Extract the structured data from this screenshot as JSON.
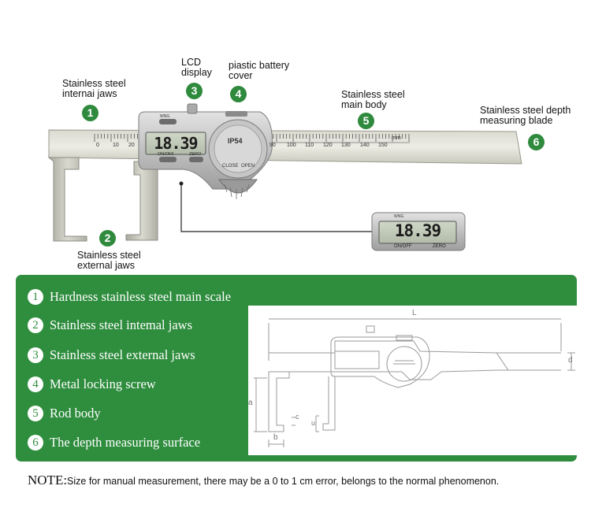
{
  "callouts": [
    {
      "num": "1",
      "text1": "Stainless steel",
      "text2": "internai jaws"
    },
    {
      "num": "2",
      "text1": "Stainless steel",
      "text2": "external jaws"
    },
    {
      "num": "3",
      "text1": "LCD",
      "text2": "display"
    },
    {
      "num": "4",
      "text1": "piastic battery",
      "text2": "cover"
    },
    {
      "num": "5",
      "text1": "Stainless steel",
      "text2": "main body"
    },
    {
      "num": "6",
      "text1": "Stainless steel depth",
      "text2": "measuring blade"
    }
  ],
  "caliper": {
    "reading": "18.39",
    "brand": "IP54",
    "dial_left": "CLOSE",
    "dial_right": "OPEN",
    "btn_left": "ON/OFF",
    "btn_right": "ZERO",
    "top_mark": "WNG",
    "unit": "mm",
    "scale_numbers": [
      "0",
      "10",
      "20",
      "90",
      "100",
      "110",
      "120",
      "130",
      "140",
      "150"
    ]
  },
  "zoom_display": {
    "reading": "18.39",
    "btn_left": "ON/OFF",
    "btn_right": "ZERO",
    "top_mark": "WNG"
  },
  "features": [
    {
      "num": "1",
      "text": "Hardness stainless steel main scale"
    },
    {
      "num": "2",
      "text": "Stainless steel intemal jaws"
    },
    {
      "num": "3",
      "text": "Stainless steel external jaws"
    },
    {
      "num": "4",
      "text": "Metal locking screw"
    },
    {
      "num": "5",
      "text": "Rod body"
    },
    {
      "num": "6",
      "text": "The depth measuring surface"
    }
  ],
  "drawing_labels": {
    "length": "L",
    "height": "d",
    "jaw": "a",
    "depth_b": "b",
    "tip_c": "c",
    "tip_u": "u"
  },
  "note": {
    "prefix": "NOTE:",
    "text": "Size for manual measurement, there may be a 0 to 1 cm error, belongs to the normal phenomenon."
  },
  "colors": {
    "green": "#2f8d3e",
    "badge": "#2f8a3d",
    "steel": "#c9c9bd"
  }
}
